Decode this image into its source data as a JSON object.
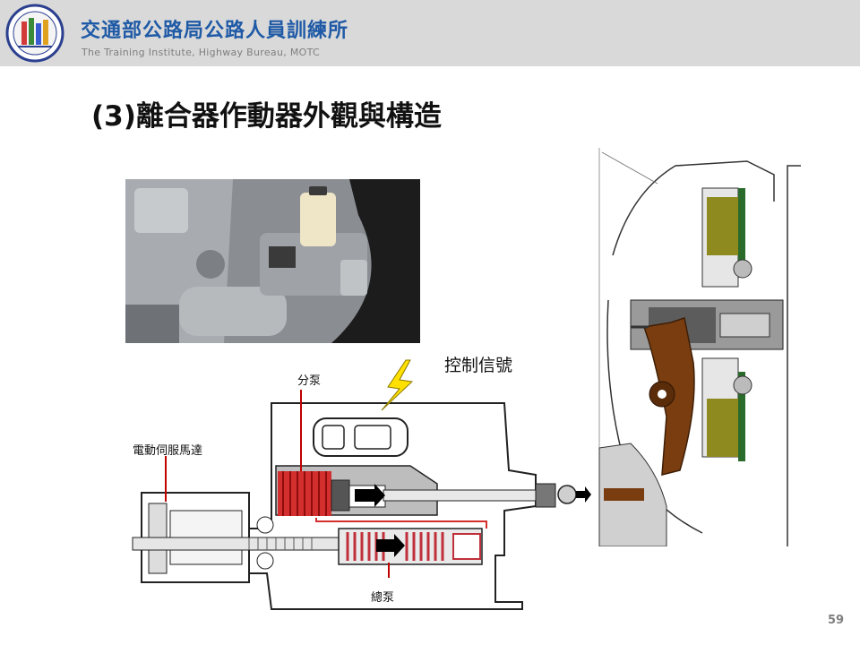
{
  "header": {
    "org_name": "交通部公路局公路人員訓練所",
    "org_subtitle": "The Training Institute, Highway Bureau,  MOTC"
  },
  "slide": {
    "title": "(3)離合器作動器外觀與構造",
    "page_number": "59"
  },
  "diagram": {
    "label_control_signal": "控制信號",
    "label_slave_cylinder": "分泵",
    "label_servo_motor": "電動伺服馬達",
    "label_master_cylinder": "總泵"
  },
  "colors": {
    "header_bg": "#d9d9d9",
    "org_blue": "#1f5aa6",
    "leader_red": "#c00000",
    "spring_red": "#c0303a",
    "lightning_yellow": "#ffe000",
    "fork_brown": "#7a3d10",
    "friction_olive": "#8e8a20"
  }
}
